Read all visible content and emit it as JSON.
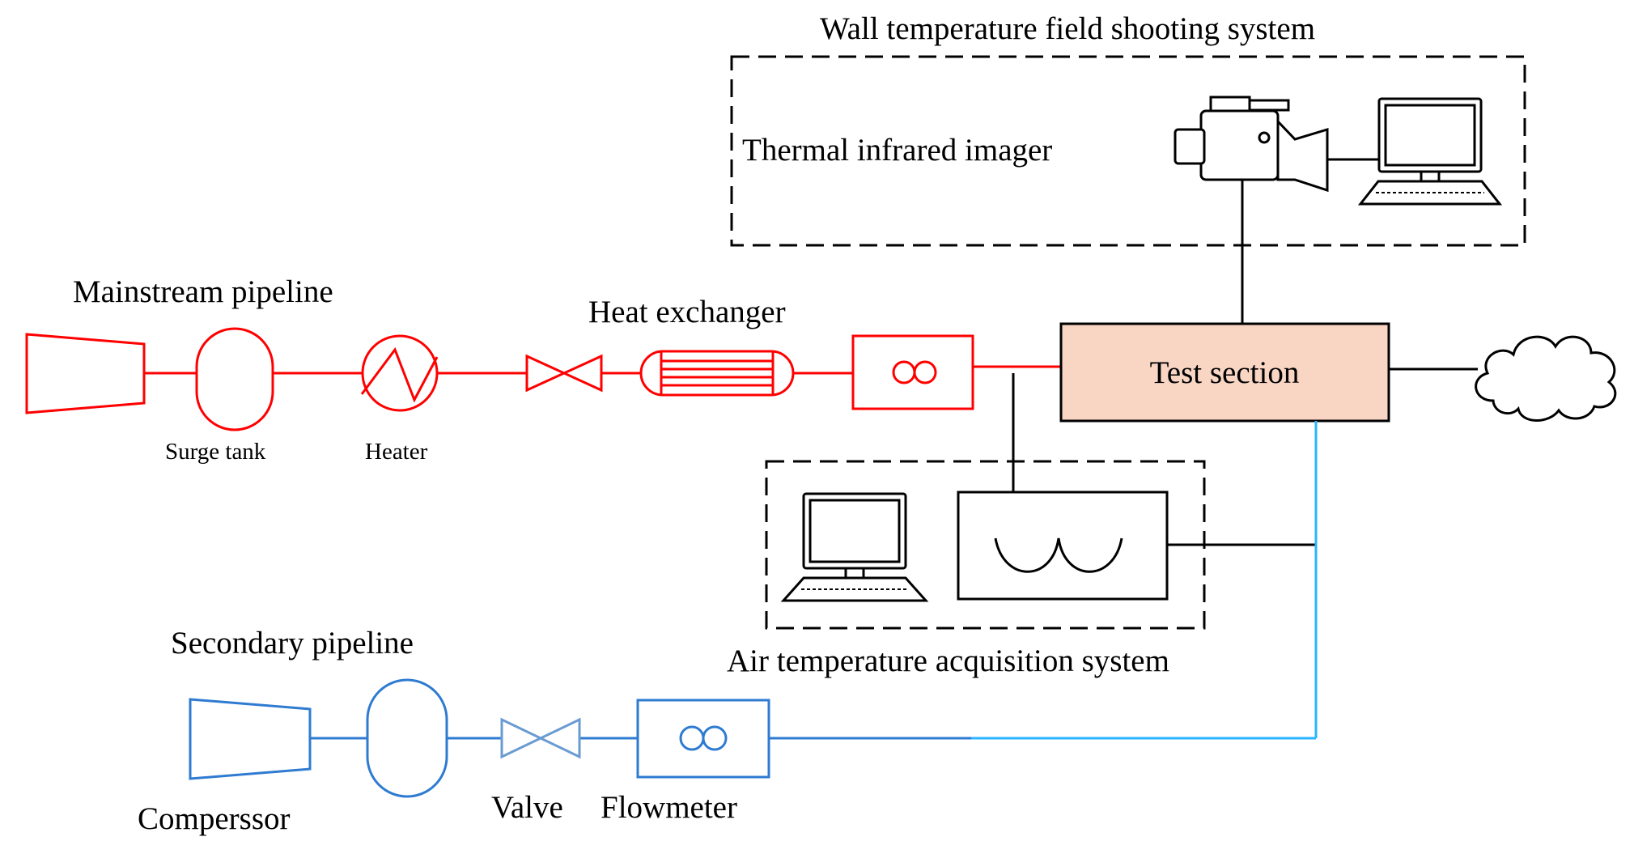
{
  "colors": {
    "mainstream": "#ff0000",
    "secondary": "#2e7bd1",
    "secondary_light": "#2ab4ff",
    "test_fill": "#f9d5c4",
    "line": "#000000"
  },
  "titles": {
    "wall_system": "Wall temperature field shooting system",
    "mainstream_pipeline": "Mainstream pipeline",
    "secondary_pipeline": "Secondary pipeline",
    "air_system": "Air temperature acquisition system"
  },
  "labels": {
    "thermal_imager": "Thermal infrared imager",
    "heat_exchanger": "Heat exchanger",
    "test_section": "Test section",
    "surge_tank": "Surge tank",
    "heater": "Heater",
    "compressor": "Comperssor",
    "valve": "Valve",
    "flowmeter": "Flowmeter"
  },
  "icons": [
    "compressor-icon",
    "surge-tank-icon",
    "heater-icon",
    "valve-icon",
    "heat-exchanger-icon",
    "flowmeter-icon",
    "infrared-camera-icon",
    "computer-icon",
    "oscilloscope-icon",
    "cloud-icon"
  ]
}
